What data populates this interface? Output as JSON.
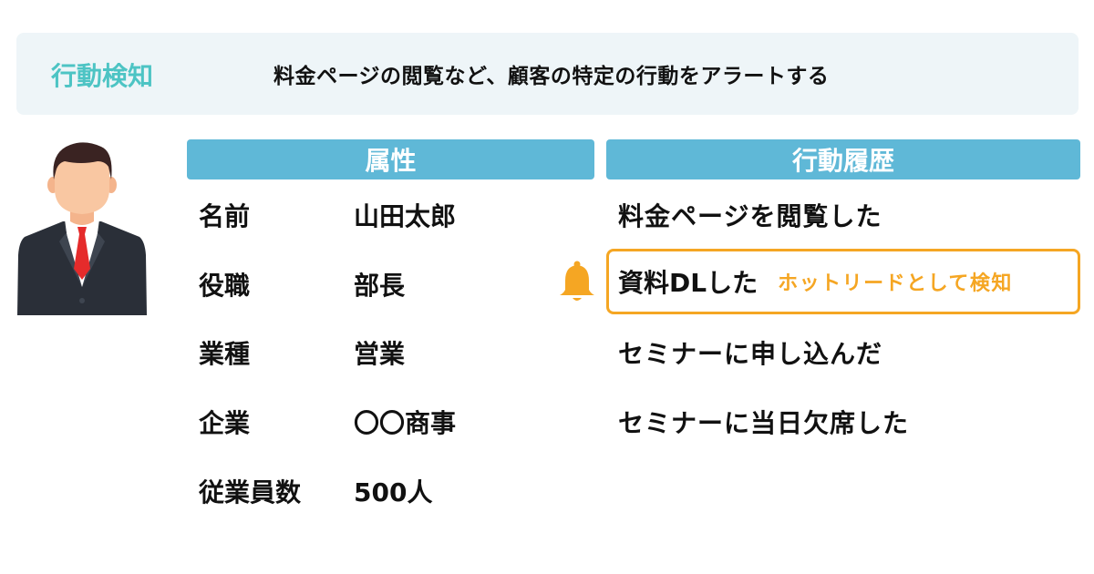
{
  "header": {
    "title": "行動検知",
    "description": "料金ページの閲覧など、顧客の特定の行動をアラートする"
  },
  "attributes": {
    "heading": "属性",
    "rows": [
      {
        "label": "名前",
        "value": "山田太郎"
      },
      {
        "label": "役職",
        "value": "部長"
      },
      {
        "label": "業種",
        "value": "営業"
      },
      {
        "label": "企業",
        "value": "〇〇商事"
      },
      {
        "label": "従業員数",
        "value": "500人"
      }
    ]
  },
  "history": {
    "heading": "行動履歴",
    "items": [
      {
        "text": "料金ページを閲覧した"
      },
      {
        "text": "資料DLした",
        "alert": "ホットリードとして検知"
      },
      {
        "text": "セミナーに申し込んだ"
      },
      {
        "text": "セミナーに当日欠席した"
      }
    ]
  },
  "icons": {
    "person": "businessman-avatar-icon",
    "alert": "bell-icon"
  },
  "colors": {
    "title_teal": "#4dc4c4",
    "header_bg": "#eef5f8",
    "section_head_bg": "#5fb8d7",
    "alert_orange": "#f5a623",
    "suit": "#2a2f38",
    "tie": "#e52b2b",
    "hair": "#3a2322",
    "skin": "#f9c7a2"
  }
}
